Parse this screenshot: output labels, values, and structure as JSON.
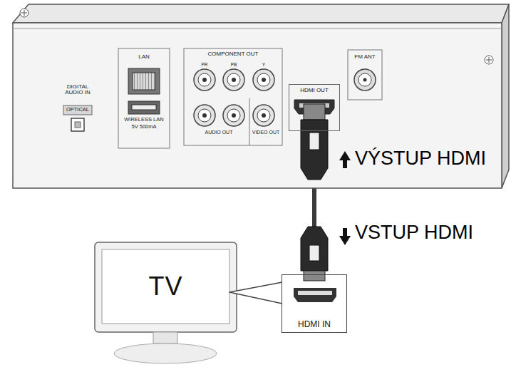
{
  "diagram": {
    "nodes": [
      {
        "text": [
          "HDMI OUT"
        ]
      },
      {
        "text": [
          "TV"
        ]
      },
      {
        "text": [
          "HDMI IN"
        ]
      }
    ],
    "edges": [
      {
        "from": 0,
        "to": 2,
        "arrow": "none"
      }
    ],
    "labels": [
      "DIGITAL AUDIO IN",
      "OPTICAL",
      "LAN",
      "WIRELESS LAN",
      "5V 500mA",
      "COMPONENT OUT",
      "PR",
      "PB",
      "Y",
      "AUDIO OUT",
      "VIDEO OUT",
      "FM ANT",
      "VÝSTUP HDMI",
      "VSTUP HDMI"
    ]
  }
}
